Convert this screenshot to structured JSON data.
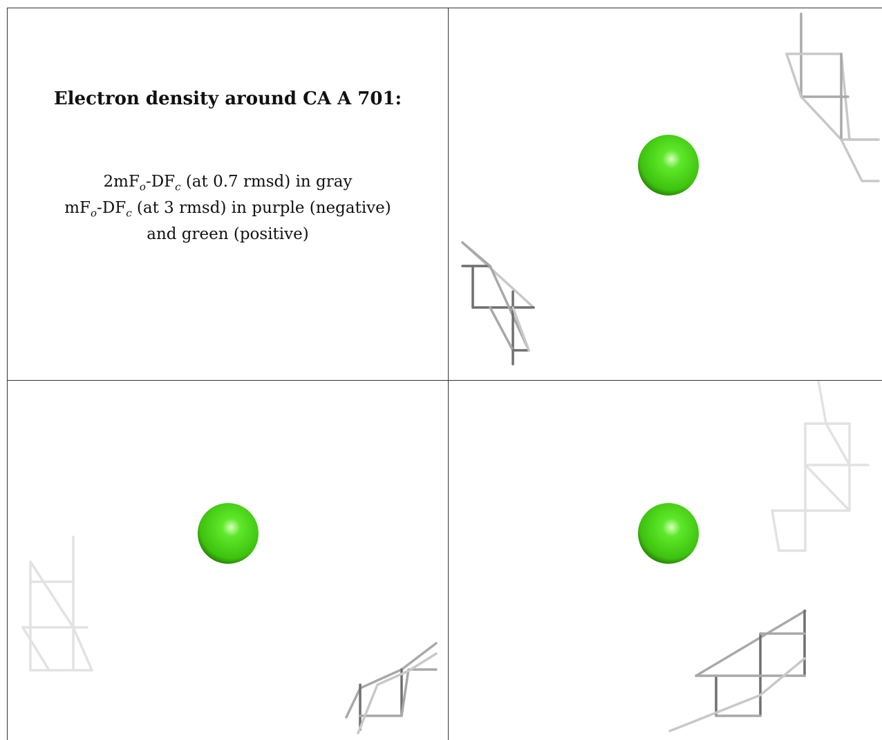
{
  "heading": "Electron density around CA A 701:",
  "legend": {
    "line1_prefix": "2mF",
    "line1_sub_o": "o",
    "line1_mid": "-DF",
    "line1_sub_c": "c",
    "line1_suffix": " (at 0.7 rmsd) in gray",
    "line2_prefix": "mF",
    "line2_sub_o": "o",
    "line2_mid": "-DF",
    "line2_sub_c": "c",
    "line2_suffix": " (at 3 rmsd) in purple (negative)",
    "line3": "and green (positive)"
  },
  "atom": {
    "element": "CA",
    "color": "#44dd11"
  }
}
